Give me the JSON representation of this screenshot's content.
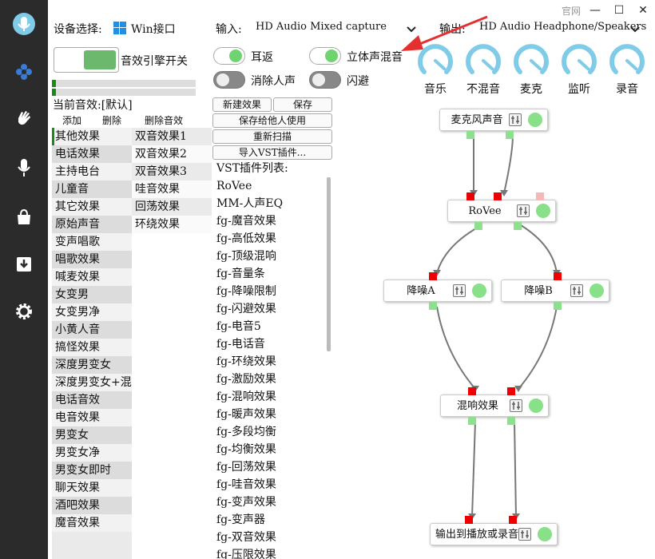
{
  "window": {
    "official_link": "官网",
    "minimize": "—",
    "maximize": "☐",
    "close": "✕"
  },
  "top": {
    "device_label": "设备选择:",
    "device_value": "Win接口",
    "input_label": "输入:",
    "input_value": "HD Audio Mixed capture",
    "output_label": "输出:",
    "output_value": "HD Audio Headphone/Speakers"
  },
  "engine": {
    "label": "音效引擎开关",
    "level_1": 0.03,
    "level_2": 0.03
  },
  "toggles": [
    {
      "label": "耳返",
      "on": true
    },
    {
      "label": "立体声混音",
      "on": true
    },
    {
      "label": "消除人声",
      "on": false
    },
    {
      "label": "闪避",
      "on": false
    }
  ],
  "knobs": [
    {
      "label": "音乐"
    },
    {
      "label": "不混音"
    },
    {
      "label": "麦克"
    },
    {
      "label": "监听"
    },
    {
      "label": "录音"
    }
  ],
  "current_effect": "当前音效:[默认]",
  "effect_actions": {
    "add": "添加",
    "delete": "删除",
    "delete_effect": "删除音效"
  },
  "category_list": [
    "其他效果",
    "电话效果",
    "主持电台",
    "儿童音",
    "其它效果",
    "原始声音",
    "变声唱歌",
    "唱歌效果",
    "喊麦效果",
    "女变男",
    "女变男净",
    "小黄人音",
    "搞怪效果",
    "深度男变女",
    "深度男变女+混响",
    "电话音效",
    "电音效果",
    "男变女",
    "男变女净",
    "男变女即时",
    "聊天效果",
    "酒吧效果",
    "魔音效果"
  ],
  "sub_list": [
    "双音效果1",
    "双音效果2",
    "双音效果3",
    "哇音效果",
    "回荡效果",
    "环绕效果"
  ],
  "mid_buttons": {
    "new_effect": "新建效果",
    "save": "保存",
    "save_for_others": "保存给他人使用",
    "rescan": "重新扫描",
    "import_vst": "导入VST插件..."
  },
  "vst_title": "VST插件列表:",
  "vst_list": [
    "RoVee",
    "MM-人声EQ",
    "fg-魔音效果",
    "fg-高低效果",
    "fg-顶级混响",
    "fg-音量条",
    "fg-降噪限制",
    "fg-闪避效果",
    "fg-电音5",
    "fg-电话音",
    "fg-环绕效果",
    "fg-激励效果",
    "fg-混响效果",
    "fg-暖声效果",
    "fg-多段均衡",
    "fg-均衡效果",
    "fg-回荡效果",
    "fg-哇音效果",
    "fg-变声效果",
    "fg-变声器",
    "fg-双音效果",
    "fg-压限效果"
  ],
  "graph": {
    "nodes": [
      {
        "title": "麦克风声音"
      },
      {
        "title": "RoVee"
      },
      {
        "title": "降噪A"
      },
      {
        "title": "降噪B"
      },
      {
        "title": "混响效果"
      },
      {
        "title": "输出到播放或录音"
      }
    ]
  },
  "colors": {
    "accent_green": "#6fd36f",
    "port_red": "#e00000",
    "nav_bg": "#2b2b2b",
    "knob_blue": "#7fcbe8"
  }
}
